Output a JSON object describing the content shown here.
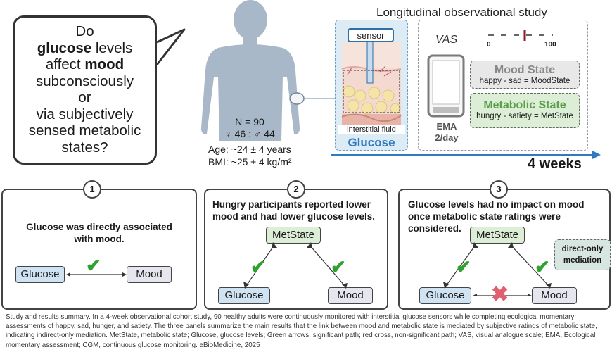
{
  "question": {
    "line1": "Do",
    "line2_bold": "glucose",
    "line2_rest": " levels",
    "line3_pre": "affect ",
    "line3_bold": "mood",
    "line4": "subconsciously",
    "line5": "or",
    "line6": "via subjectively",
    "line7": "sensed metabolic",
    "line8": "states?"
  },
  "cohort": {
    "n": "N = 90",
    "sex": "♀ 46 : ♂ 44",
    "age": "Age: ~24 ± 4 years",
    "bmi": "BMI: ~25 ± 4 kg/m²"
  },
  "study": {
    "title": "Longitudinal observational study",
    "sensor_label": "sensor",
    "interstitial_label": "interstitial fluid",
    "glucose_label": "Glucose",
    "vas_label": "VAS",
    "vas_min": "0",
    "vas_max": "100",
    "mood_state_title": "Mood State",
    "mood_state_formula": "happy - sad = MoodState",
    "met_state_title": "Metabolic State",
    "met_state_formula": "hungry - satiety = MetState",
    "ema_line1": "EMA",
    "ema_line2": "2/day",
    "duration": "4 weeks"
  },
  "panels": [
    {
      "number": "1",
      "text": "Glucose was directly associated with mood.",
      "glucose": "Glucose",
      "mood": "Mood"
    },
    {
      "number": "2",
      "text": "Hungry participants reported lower mood and had lower glucose levels.",
      "metstate": "MetState",
      "glucose": "Glucose",
      "mood": "Mood"
    },
    {
      "number": "3",
      "text": "Glucose levels had no impact on mood once metabolic state ratings were considered.",
      "metstate": "MetState",
      "glucose": "Glucose",
      "mood": "Mood",
      "badge": "direct-only mediation"
    }
  ],
  "caption": "Study and results summary. In a 4-week observational cohort study, 90 healthy adults were continuously monitored with interstitial glucose sensors while completing ecological momentary assessments of happy, sad, hunger, and satiety. The three panels summarize the main results that the link between mood and metabolic state is mediated by subjective ratings of metabolic state, indicating indirect-only mediation. MetState, metabolic state; Glucose, glucose levels; Green arrows, significant path; red cross, non-significant path; VAS, visual analogue scale; EMA, Ecological momentary assessment; CGM, continuous glucose monitoring. eBioMedicine, 2025",
  "colors": {
    "glucose_node": "#cfe3f3",
    "mood_node": "#e6e6ee",
    "metstate_node": "#dcefd6",
    "check_green": "#2fa12f",
    "cross_red": "#e06070",
    "glucose_text_blue": "#2f7bc0",
    "metabolic_text_green": "#5a9e4a"
  },
  "icons": [
    "speech-bubble-icon",
    "person-silhouette-icon",
    "sensor-patch-icon",
    "skin-cross-section-icon",
    "smartphone-icon",
    "check-icon",
    "cross-icon",
    "timeline-arrow-icon"
  ]
}
